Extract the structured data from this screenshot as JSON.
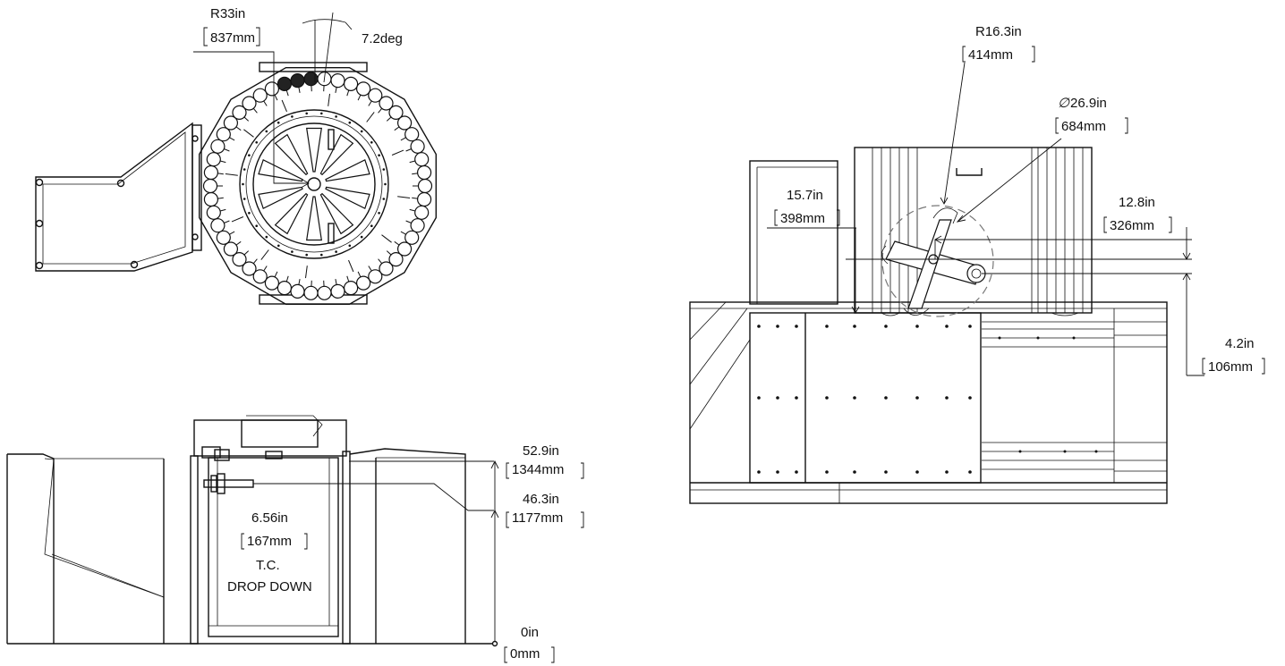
{
  "views": {
    "magazine_top": {
      "radius_label": "R33in",
      "radius_mm": "837mm",
      "angle_label": "7.2deg"
    },
    "front_elevation": {
      "top_height": "52.9in",
      "top_height_mm": "1344mm",
      "spindle_height": "46.3in",
      "spindle_height_mm": "1177mm",
      "drop_value": "6.56in",
      "drop_mm": "167mm",
      "drop_line1": "T.C.",
      "drop_line2": "DROP DOWN",
      "zero": "0in",
      "zero_mm": "0mm"
    },
    "side_elevation": {
      "arm_radius": "R16.3in",
      "arm_radius_mm": "414mm",
      "diameter_symbol": "∅",
      "diameter": "26.9in",
      "diameter_mm": "684mm",
      "height_a": "15.7in",
      "height_a_mm": "398mm",
      "offset_a": "12.8in",
      "offset_a_mm": "326mm",
      "offset_b": "4.2in",
      "offset_b_mm": "106mm"
    }
  }
}
